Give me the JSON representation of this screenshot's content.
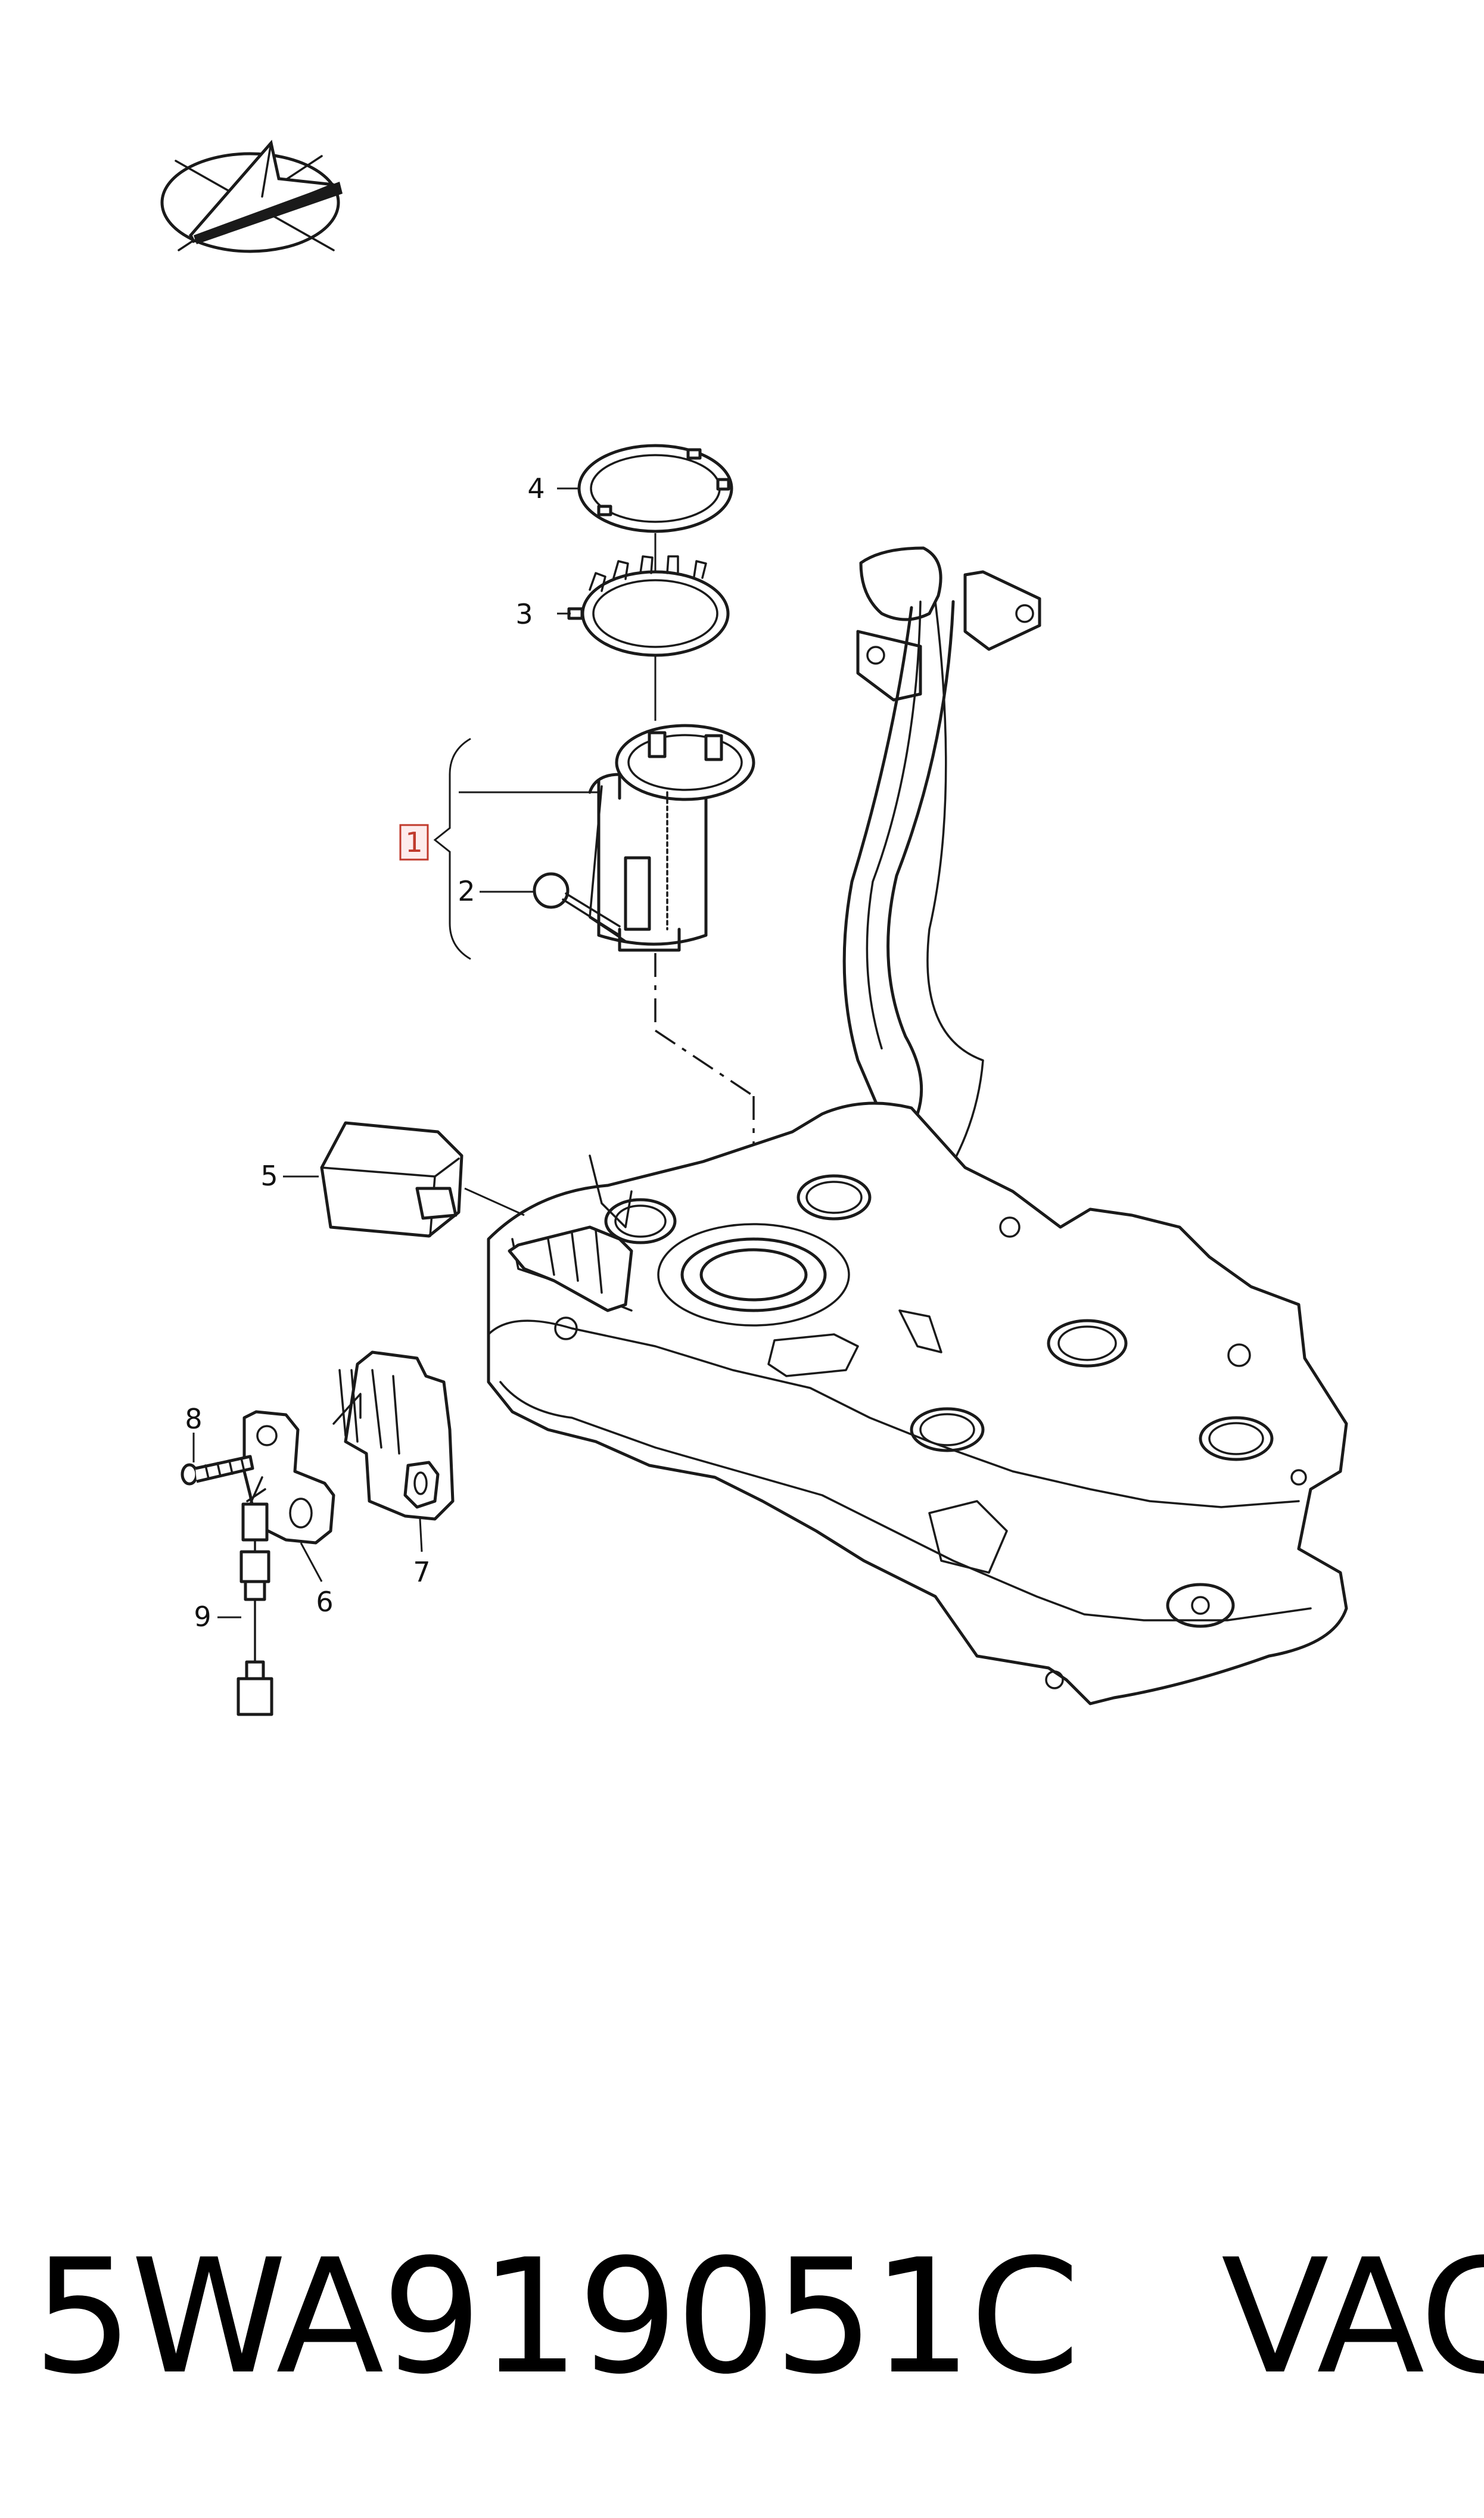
{
  "callouts": [
    {
      "id": "1",
      "label": "1",
      "selected": true
    },
    {
      "id": "2",
      "label": "2"
    },
    {
      "id": "3",
      "label": "3"
    },
    {
      "id": "4",
      "label": "4"
    },
    {
      "id": "5",
      "label": "5"
    },
    {
      "id": "6",
      "label": "6"
    },
    {
      "id": "7",
      "label": "7"
    },
    {
      "id": "8",
      "label": "8"
    },
    {
      "id": "9",
      "label": "9"
    }
  ],
  "footer": {
    "part_number": "5WA919051C",
    "brand": "VAG"
  },
  "colors": {
    "line": "#1a1a1a",
    "selected_callout": "#c0392b",
    "background": "#ffffff"
  },
  "icons": [
    "paper-plane-logo-icon"
  ]
}
